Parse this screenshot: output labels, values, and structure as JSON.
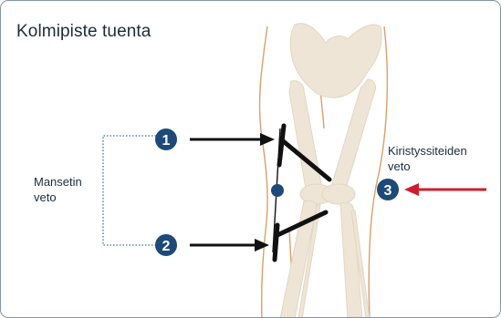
{
  "diagram": {
    "title": "Kolmipiste tuenta",
    "labels": {
      "cuff_traction": [
        "Mansetin",
        "veto"
      ],
      "tightening_strap_traction": [
        "Kiristyssiteiden",
        "veto"
      ]
    },
    "points": [
      "1",
      "2",
      "3"
    ]
  },
  "colors": {
    "frame": "#7f96a8",
    "bone": "#eee5d6",
    "skin_outline": "#d9a06a",
    "marker": "#1d4a78",
    "arrow_black": "#111111",
    "arrow_red": "#cc1f2d",
    "dotted_bracket": "#3d6e9e"
  }
}
